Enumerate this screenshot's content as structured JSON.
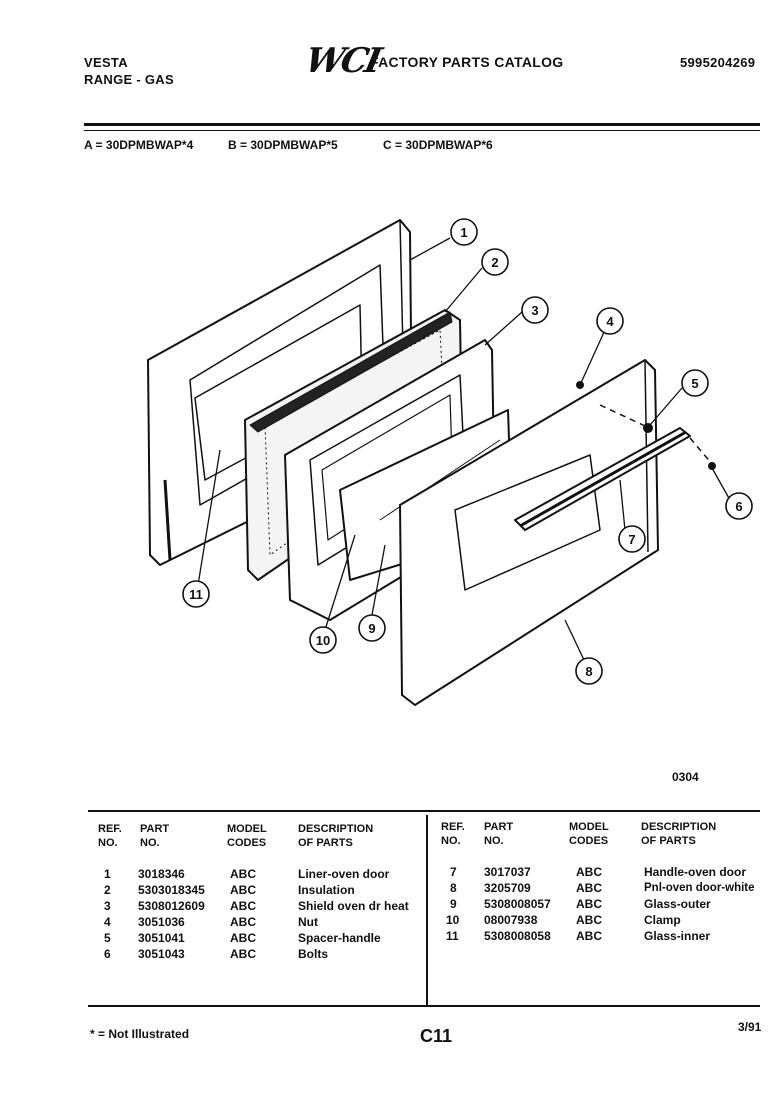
{
  "header": {
    "brand": "VESTA",
    "product": "RANGE - GAS",
    "logo": "WCI",
    "catalog_title": "FACTORY PARTS CATALOG",
    "catalog_number": "5995204269"
  },
  "models": {
    "a": "A = 30DPMBWAP*4",
    "b": "B = 30DPMBWAP*5",
    "c": "C = 30DPMBWAP*6"
  },
  "diagram": {
    "callouts": [
      "1",
      "2",
      "3",
      "4",
      "5",
      "6",
      "7",
      "8",
      "9",
      "10",
      "11"
    ],
    "figure_code": "0304"
  },
  "table": {
    "headers": {
      "ref": "REF.\nNO.",
      "part": "PART\nNO.",
      "model": "MODEL\nCODES",
      "desc": "DESCRIPTION\nOF PARTS"
    },
    "left_rows": [
      {
        "ref": "1",
        "part": "3018346",
        "codes": "ABC",
        "desc": "Liner-oven door"
      },
      {
        "ref": "2",
        "part": "5303018345",
        "codes": "ABC",
        "desc": "Insulation"
      },
      {
        "ref": "3",
        "part": "5308012609",
        "codes": "ABC",
        "desc": "Shield oven dr heat"
      },
      {
        "ref": "4",
        "part": "3051036",
        "codes": "ABC",
        "desc": "Nut"
      },
      {
        "ref": "5",
        "part": "3051041",
        "codes": "ABC",
        "desc": "Spacer-handle"
      },
      {
        "ref": "6",
        "part": "3051043",
        "codes": "ABC",
        "desc": "Bolts"
      }
    ],
    "right_rows": [
      {
        "ref": "7",
        "part": "3017037",
        "codes": "ABC",
        "desc": "Handle-oven door"
      },
      {
        "ref": "8",
        "part": "3205709",
        "codes": "ABC",
        "desc": "Pnl-oven door-white"
      },
      {
        "ref": "9",
        "part": "5308008057",
        "codes": "ABC",
        "desc": "Glass-outer"
      },
      {
        "ref": "10",
        "part": "08007938",
        "codes": "ABC",
        "desc": "Clamp"
      },
      {
        "ref": "11",
        "part": "5308008058",
        "codes": "ABC",
        "desc": "Glass-inner"
      }
    ]
  },
  "footer": {
    "note": "* = Not Illustrated",
    "page": "C11",
    "date": "3/91"
  }
}
